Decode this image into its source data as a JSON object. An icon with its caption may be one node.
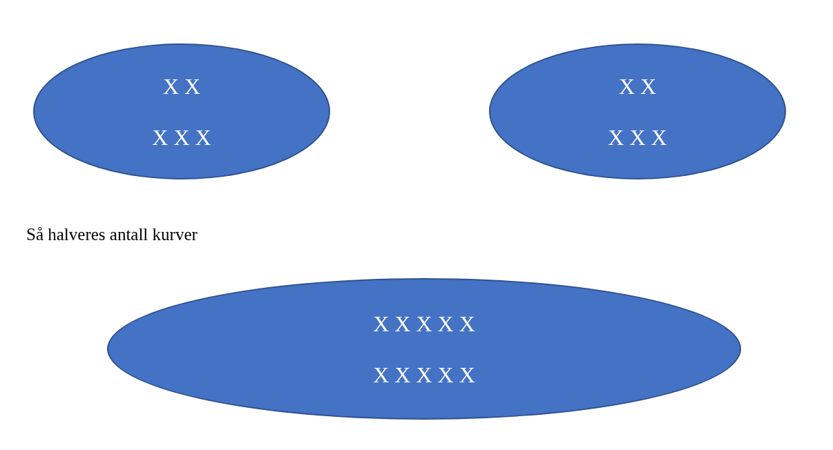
{
  "diagram": {
    "nodes": [
      {
        "text": [
          "X X",
          "X X X"
        ]
      },
      {
        "text": [
          "X X",
          "X X X"
        ]
      },
      {
        "text": [
          "X X X X X",
          "X X X X X"
        ]
      }
    ],
    "labels": [
      "Så halveres antall kurver"
    ]
  }
}
